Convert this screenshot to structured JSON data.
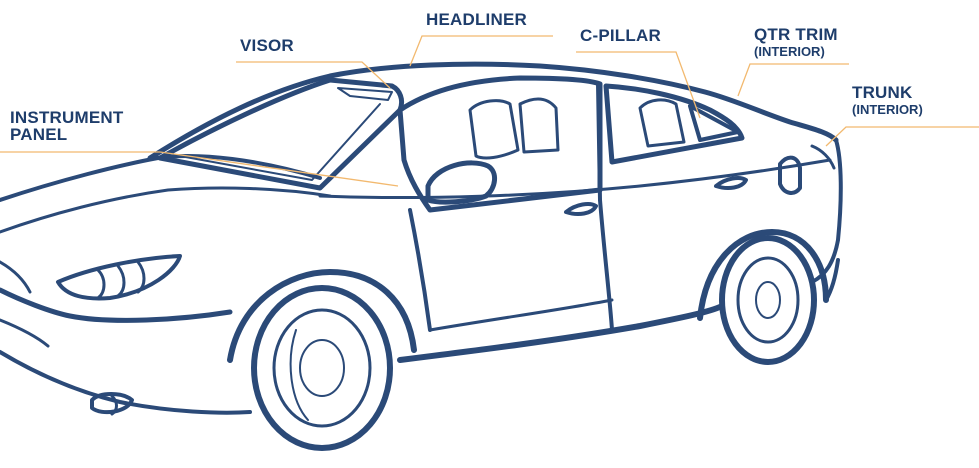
{
  "labels": {
    "headliner": "HEADLINER",
    "visor": "VISOR",
    "c_pillar": "C-PILLAR",
    "qtr_trim_line1": "QTR TRIM",
    "qtr_trim_line2": "(INTERIOR)",
    "trunk_line1": "TRUNK",
    "trunk_line2": "(INTERIOR)",
    "instrument_line1": "INSTRUMENT",
    "instrument_line2": "PANEL"
  },
  "colors": {
    "label_text": "#1e3d6b",
    "car_outline": "#2b4a78",
    "leader_line": "#f2b96f",
    "background": "#ffffff"
  }
}
